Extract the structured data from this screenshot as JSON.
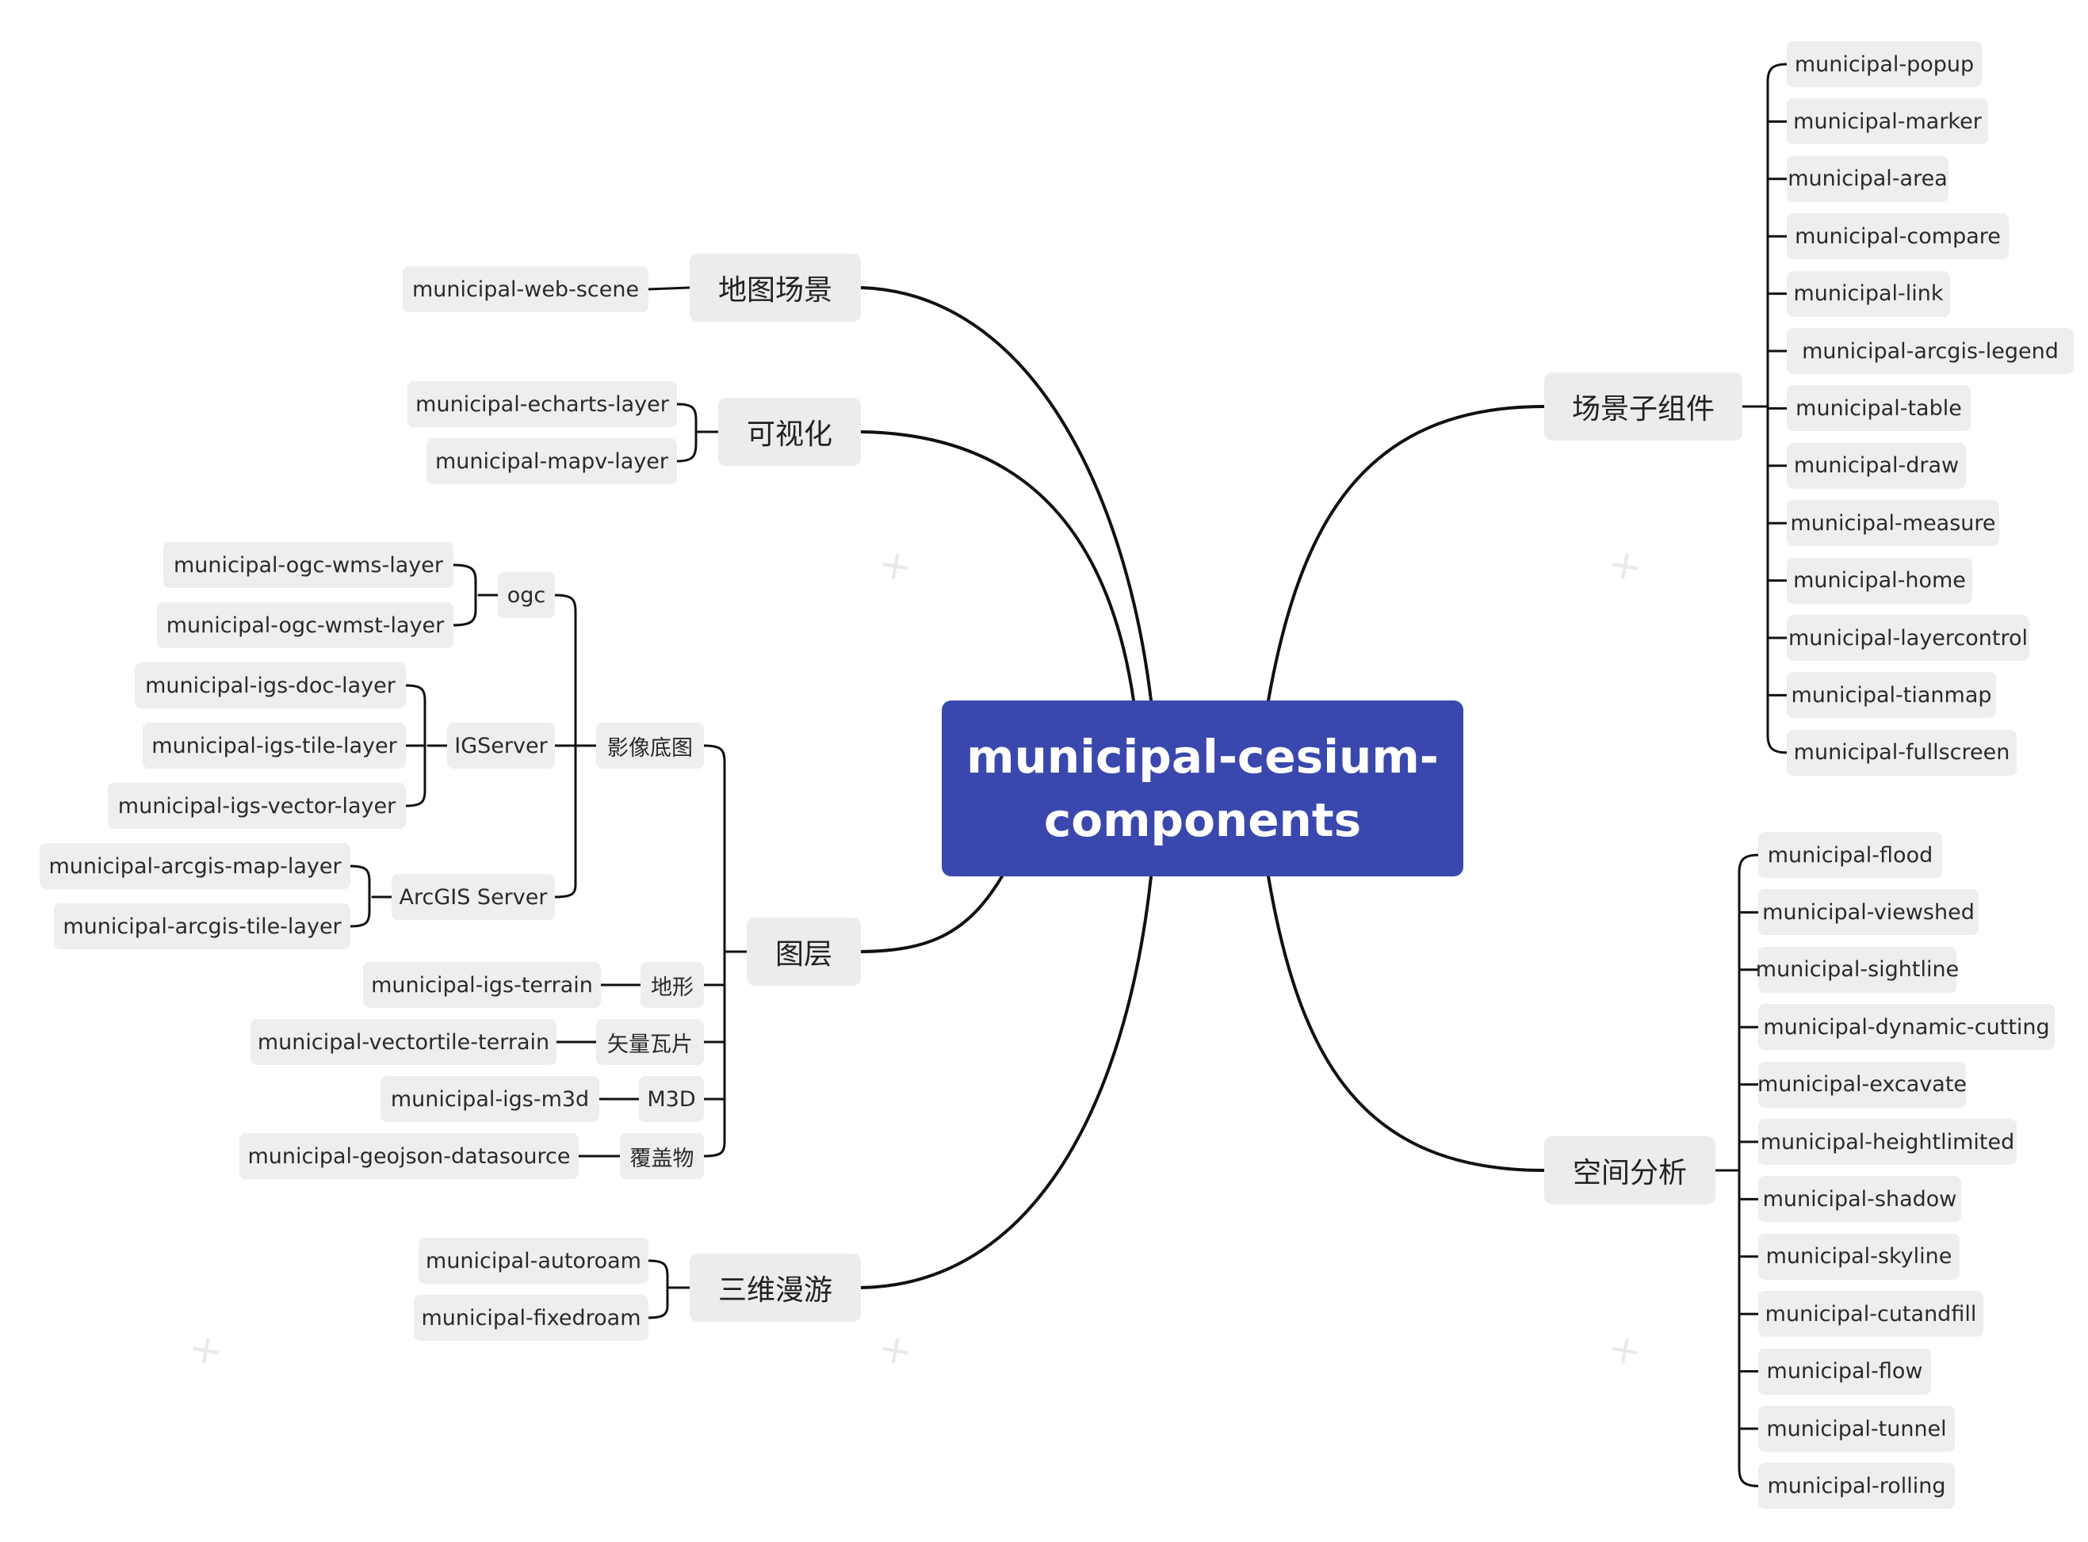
{
  "root": {
    "line1": "municipal-cesium-",
    "line2": "components"
  },
  "branches": {
    "map_scene": {
      "label": "地图场景",
      "items": [
        "municipal-web-scene"
      ]
    },
    "visualization": {
      "label": "可视化",
      "items": [
        "municipal-echarts-layer",
        "municipal-mapv-layer"
      ]
    },
    "layers": {
      "label": "图层",
      "imagery": {
        "label": "影像底图",
        "ogc": {
          "label": "ogc",
          "items": [
            "municipal-ogc-wms-layer",
            "municipal-ogc-wmst-layer"
          ]
        },
        "igserver": {
          "label": "IGServer",
          "items": [
            "municipal-igs-doc-layer",
            "municipal-igs-tile-layer",
            "municipal-igs-vector-layer"
          ]
        },
        "arcgis": {
          "label": "ArcGIS Server",
          "items": [
            "municipal-arcgis-map-layer",
            "municipal-arcgis-tile-layer"
          ]
        }
      },
      "terrain": {
        "label": "地形",
        "item": "municipal-igs-terrain"
      },
      "vector_tile": {
        "label": "矢量瓦片",
        "item": "municipal-vectortile-terrain"
      },
      "m3d": {
        "label": "M3D",
        "item": "municipal-igs-m3d"
      },
      "overlay": {
        "label": "覆盖物",
        "item": "municipal-geojson-datasource"
      }
    },
    "roaming": {
      "label": "三维漫游",
      "items": [
        "municipal-autoroam",
        "municipal-fixedroam"
      ]
    },
    "scene_components": {
      "label": "场景子组件",
      "items": [
        "municipal-popup",
        "municipal-marker",
        "municipal-area",
        "municipal-compare",
        "municipal-link",
        "municipal-arcgis-legend",
        "municipal-table",
        "municipal-draw",
        "municipal-measure",
        "municipal-home",
        "municipal-layercontrol",
        "municipal-tianmap",
        "municipal-fullscreen"
      ]
    },
    "spatial_analysis": {
      "label": "空间分析",
      "items": [
        "municipal-flood",
        "municipal-viewshed",
        "municipal-sightline",
        "municipal-dynamic-cutting",
        "municipal-excavate",
        "municipal-heightlimited",
        "municipal-shadow",
        "municipal-skyline",
        "municipal-cutandfill",
        "municipal-flow",
        "municipal-tunnel",
        "municipal-rolling"
      ]
    }
  },
  "colors": {
    "root": "#3a48ad",
    "node": "#eeeeee",
    "line": "#111111"
  }
}
